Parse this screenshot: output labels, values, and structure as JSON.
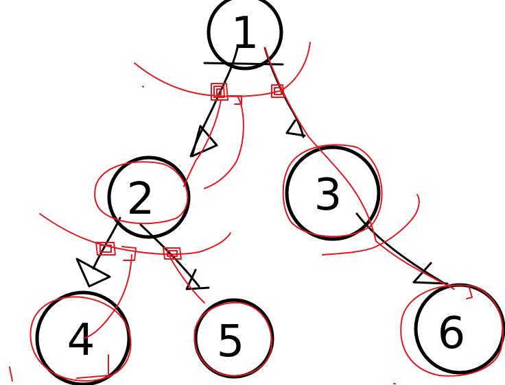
{
  "colors": {
    "ink": "#000000",
    "annotation": "#e8141b",
    "background": "#ffffff"
  },
  "tree": {
    "nodes": [
      {
        "id": "1",
        "label": "1"
      },
      {
        "id": "2",
        "label": "2"
      },
      {
        "id": "3",
        "label": "3"
      },
      {
        "id": "4",
        "label": "4"
      },
      {
        "id": "5",
        "label": "5"
      },
      {
        "id": "6",
        "label": "6"
      }
    ],
    "edges": [
      {
        "from": "1",
        "to": "2"
      },
      {
        "from": "1",
        "to": "3"
      },
      {
        "from": "2",
        "to": "4"
      },
      {
        "from": "2",
        "to": "5"
      },
      {
        "from": "3",
        "to": "6"
      }
    ]
  }
}
